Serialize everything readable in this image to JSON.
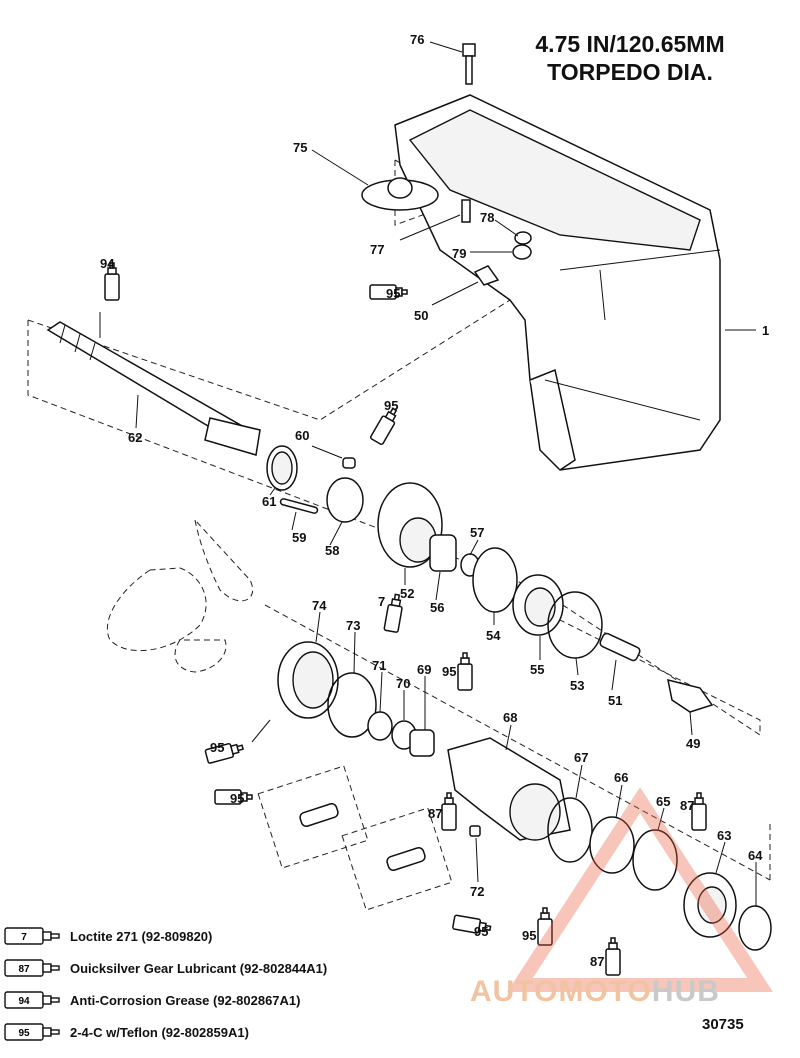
{
  "title_lines": [
    "4.75 IN/120.65MM",
    "TORPEDO DIA."
  ],
  "callouts": {
    "c1": "1",
    "c49": "49",
    "c50": "50",
    "c51": "51",
    "c52": "52",
    "c53": "53",
    "c54": "54",
    "c55": "55",
    "c56": "56",
    "c57": "57",
    "c58": "58",
    "c59": "59",
    "c60": "60",
    "c61": "61",
    "c62": "62",
    "c63": "63",
    "c64": "64",
    "c65": "65",
    "c66": "66",
    "c67": "67",
    "c68": "68",
    "c69": "69",
    "c70": "70",
    "c71": "71",
    "c72": "72",
    "c73": "73",
    "c74": "74",
    "c75": "75",
    "c76": "76",
    "c77": "77",
    "c78": "78",
    "c79": "79"
  },
  "tube_codes": {
    "t7": "7",
    "t87": "87",
    "t94": "94",
    "t95": "95"
  },
  "legend": [
    {
      "code": "7",
      "text": "Loctite 271 (92-809820)"
    },
    {
      "code": "87",
      "text": "Ouicksilver Gear Lubricant (92-802844A1)"
    },
    {
      "code": "94",
      "text": "Anti-Corrosion Grease (92-802867A1)"
    },
    {
      "code": "95",
      "text": "2-4-C w/Teflon (92-802859A1)"
    }
  ],
  "doc_number": "30735",
  "watermark": {
    "part1": "AUTOMOTO",
    "part2": "HUB",
    "color": "#e85a3a"
  }
}
